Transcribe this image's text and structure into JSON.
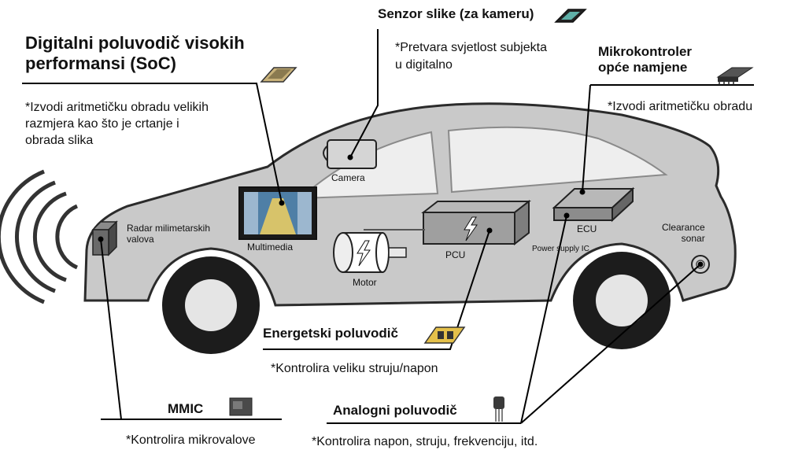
{
  "soc": {
    "title": "Digitalni poluvodič visokih\nperformansi (SoC)",
    "desc": "*Izvodi aritmetičku obradu velikih\nrazmjera kao što je crtanje i\nobrada slika",
    "icon": "soc-chip-icon"
  },
  "image_sensor": {
    "title": "Senzor slike (za kameru)",
    "desc": "*Pretvara svjetlost subjekta\nu digitalno",
    "icon": "image-sensor-icon"
  },
  "microcontroller": {
    "title": "Mikrokontroler\nopće namjene",
    "desc": "*Izvodi aritmetičku obradu",
    "icon": "microcontroller-chip-icon"
  },
  "power_semi": {
    "title": "Energetski poluvodič",
    "desc": "*Kontrolira veliku struju/napon",
    "icon": "power-module-icon"
  },
  "mmic": {
    "title": "MMIC",
    "desc": "*Kontrolira mikrovalove",
    "icon": "mmic-chip-icon"
  },
  "analog": {
    "title": "Analogni poluvodič",
    "desc": "*Kontrolira napon, struju, frekvenciju, itd.",
    "icon": "transistor-icon"
  },
  "car_labels": {
    "camera": "Camera",
    "radar": "Radar milimetarskih\nvalova",
    "multimedia": "Multimedia",
    "pcu": "PCU",
    "motor": "Motor",
    "ecu": "ECU",
    "power_ic": "Power supply IC",
    "sonar": "Clearance\nsonar"
  },
  "colors": {
    "car_body": "#c9c9c9",
    "car_outline": "#2b2b2b",
    "window": "#eeeeee",
    "wheel": "#1c1c1c",
    "line": "#000000"
  }
}
